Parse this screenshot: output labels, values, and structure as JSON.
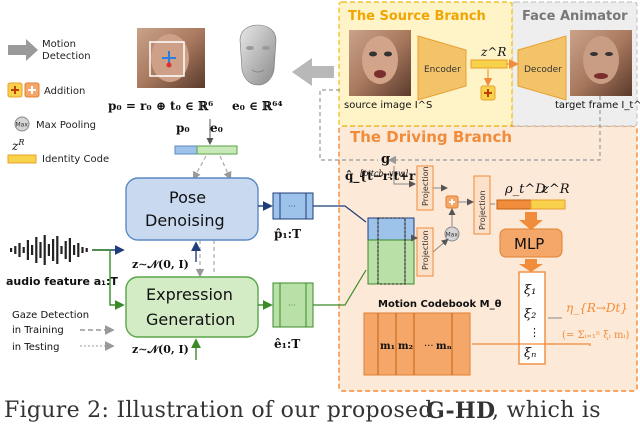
{
  "legend": {
    "motion_detection": "Motion Detection",
    "addition": "Addition",
    "max_pooling": "Max Pooling",
    "max_icon": "Max",
    "identity_code_symbol": "z^R",
    "identity_code": "Identity Code"
  },
  "top_formulas": {
    "p0": "p₀ = r₀ ⊕ t₀ ∈ ℝ⁶",
    "e0": "e₀ ∈ ℝ⁶⁴",
    "p0_label": "p₀",
    "e0_label": "e₀"
  },
  "source_branch": {
    "title": "The Source Branch",
    "encoder": "Encoder",
    "z": "z^R",
    "source_image": "source image I^S"
  },
  "face_animator": {
    "title": "Face Animator",
    "decoder": "Decoder",
    "target_frame": "target frame I_t^D"
  },
  "driving_branch": {
    "title": "The Driving Branch",
    "g": "g",
    "pitch_yaw": "[pitch, yaw]",
    "projection": "Projection",
    "max": "Max",
    "rho": "ρ_t^D",
    "zR": "z^R",
    "mlp": "MLP",
    "xi": [
      "ξ₁",
      "ξ₂",
      "⋮",
      "ξₙ"
    ],
    "eta": "η_{R→Dt}",
    "eta_sum": "(= Σᵢ₌₁ⁿ ξᵢ mᵢ)",
    "codebook_title": "Motion Codebook M_θ",
    "codebook_items": [
      "m₁",
      "m₂",
      "···",
      "mₙ"
    ]
  },
  "q_label": "q̂_{t−r:t+r}",
  "pose_denoising": "Pose\nDenoising",
  "pose_line1": "Pose",
  "pose_line2": "Denoising",
  "expression_line1": "Expression",
  "expression_line2": "Generation",
  "noise_pose": "z∼𝒩(0, I)",
  "noise_expr": "z∼𝒩(0, I)",
  "p_out": "p̂₁:T",
  "e_out": "ê₁:T",
  "audio": "audio feature a₁:T",
  "gaze": {
    "title": "Gaze Detection",
    "training": "in Training",
    "testing": "in Testing"
  },
  "caption_fragments": [
    "Figure 2: Illustration of our proposed",
    "G-HD",
    ", which is"
  ],
  "colors": {
    "blue_box": "#c9daf0",
    "green_box": "#d3ecc6",
    "orange_dark": "#f08c3a",
    "orange_light": "#fbe4d0",
    "yellow": "#f7d24a",
    "source_bg": "#fff6d0",
    "animator_bg": "#f0f0f0"
  }
}
